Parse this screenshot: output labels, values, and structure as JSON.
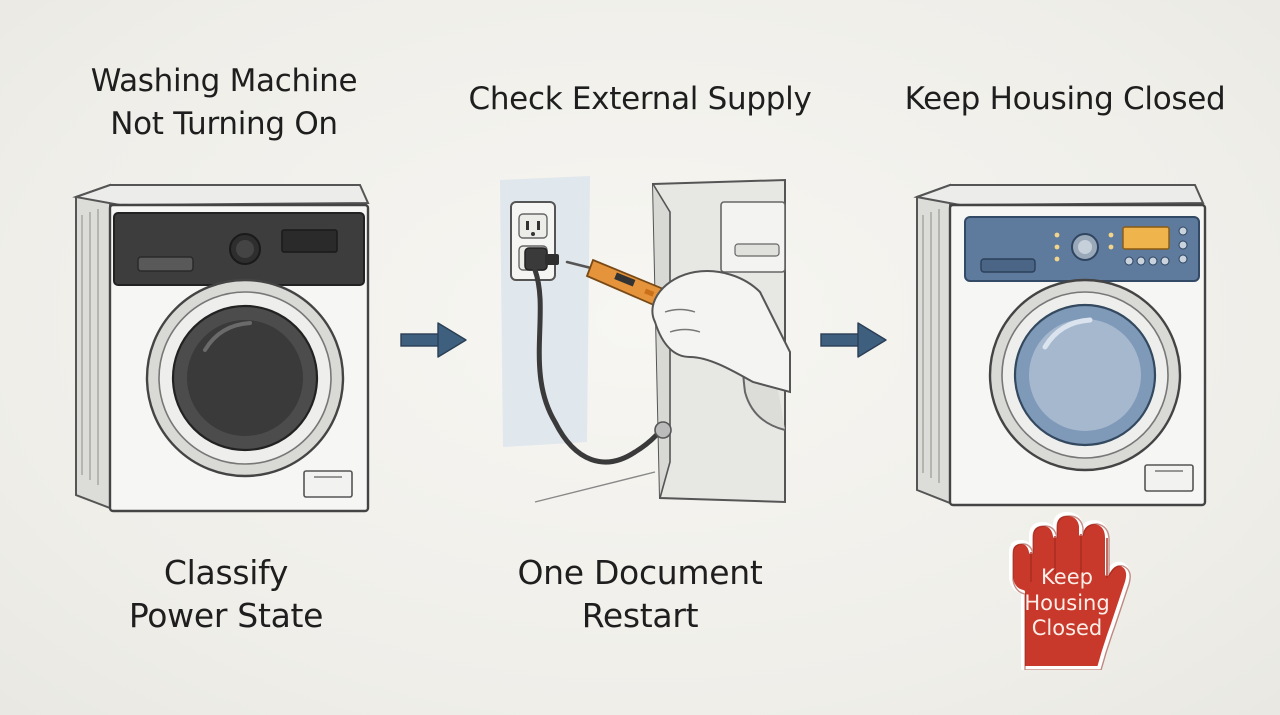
{
  "steps": [
    {
      "title_lines": [
        "Washing Machine",
        "Not Turning On"
      ],
      "caption_lines": [
        "Classify",
        "Power State"
      ]
    },
    {
      "title_lines": [
        "Check External Supply"
      ],
      "caption_lines": [
        "One Document",
        "Restart"
      ]
    },
    {
      "title_lines": [
        "Keep Housing Closed"
      ],
      "sign_lines": [
        "Keep",
        "Housing",
        "Closed"
      ]
    }
  ],
  "colors": {
    "background": "#f1f0eb",
    "arrow": "#3f5f7f",
    "stop_sign": "#c9392b",
    "panel_dark": "#3c3c3c",
    "panel_blue": "#5e7a9c",
    "tester_orange": "#e5943b",
    "display_amber": "#efb44c"
  },
  "icons": [
    "arrow-right-icon",
    "stop-hand-icon",
    "washing-machine-icon",
    "power-outlet-icon",
    "voltage-tester-icon"
  ]
}
